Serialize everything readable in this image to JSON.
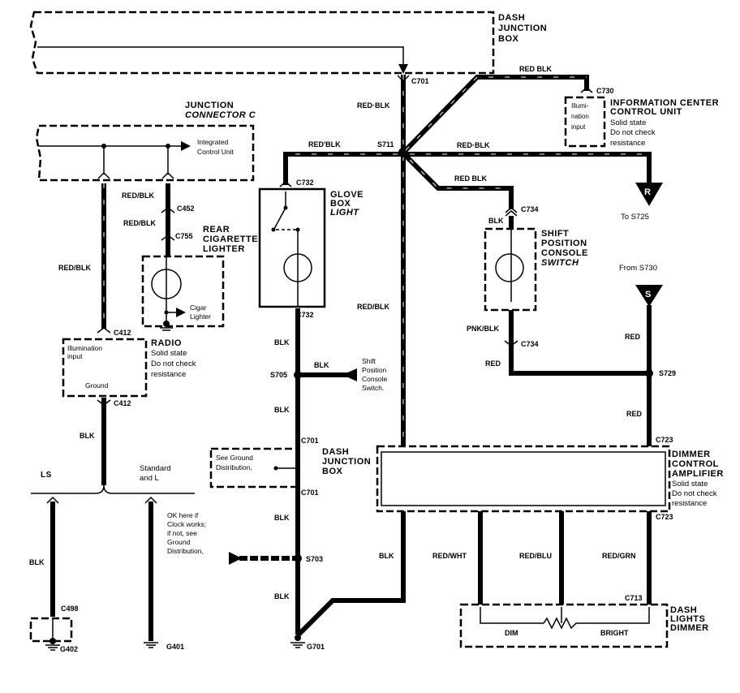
{
  "components": {
    "dash_junction_box_top": [
      "DASH",
      "JUNCTION",
      "BOX"
    ],
    "junction_connector_c": [
      "JUNCTION",
      "CONNECTOR C"
    ],
    "integrated_control_unit": [
      "Integrated",
      "Control Unit"
    ],
    "rear_cigarette_lighter": [
      "REAR",
      "CIGARETTE",
      "LIGHTER"
    ],
    "cigar_lighter": [
      "Cigar",
      "Lighter"
    ],
    "radio": {
      "title": "RADIO",
      "notes": [
        "Solid state",
        "Do not check",
        "resistance"
      ],
      "pins": [
        "Illumination",
        "input",
        "Ground"
      ]
    },
    "glove_box_light": [
      "GLOVE",
      "BOX",
      "LIGHT"
    ],
    "info_center": {
      "title": [
        "INFORMATION CENTER",
        "CONTROL UNIT"
      ],
      "notes": [
        "Solid state",
        "Do not check",
        "resistance"
      ],
      "pins": [
        "Illumi-",
        "nation",
        "input"
      ]
    },
    "shift_position_console_switch": [
      "SHIFT",
      "POSITION",
      "CONSOLE",
      "SWITCH"
    ],
    "shift_ref": [
      "Shift",
      "Position",
      "Console",
      "Switch."
    ],
    "dash_junction_box_lower": [
      "DASH",
      "JUNCTION",
      "BOX"
    ],
    "see_ground": [
      "See Ground",
      "Distribution,"
    ],
    "clock_note": [
      "OK here if",
      "Clock works;",
      "if not, see",
      "Ground",
      "Distribution,"
    ],
    "dimmer_control_amplifier": {
      "title": [
        "DIMMER",
        "CONTROL",
        "AMPLIFIER"
      ],
      "notes": [
        "Solid state",
        "Do not check",
        "resistance"
      ]
    },
    "dash_lights_dimmer": {
      "title": [
        "DASH",
        "LIGHTS",
        "DIMMER"
      ],
      "dim": "DIM",
      "bright": "BRIGHT"
    },
    "ls": "LS",
    "standard": [
      "Standard",
      "and L"
    ],
    "to_s725": "To S725",
    "from_s730": "From S730",
    "off_page_r": "R",
    "off_page_s": "S"
  },
  "connectors": {
    "c701": "C701",
    "c730": "C730",
    "c452": "C452",
    "c755": "C755",
    "c412": "C412",
    "c732": "C732",
    "c734": "C734",
    "c723": "C723",
    "c713": "C713",
    "c498": "C498"
  },
  "splices": {
    "s711": "S711",
    "s705": "S705",
    "s703": "S703",
    "s729": "S729"
  },
  "grounds": {
    "g402": "G402",
    "g401": "G401",
    "g701": "G701"
  },
  "wires": {
    "red_blk_dot": "RED·BLK",
    "red_blk_space": "RED BLK",
    "red_blk_slash": "RED/BLK",
    "red_blk_quote": "RED'BLK",
    "blk": "BLK",
    "red": "RED",
    "pnk_blk": "PNK/BLK",
    "red_wht": "RED/WHT",
    "red_blu": "RED/BLU",
    "red_grn": "RED/GRN"
  }
}
